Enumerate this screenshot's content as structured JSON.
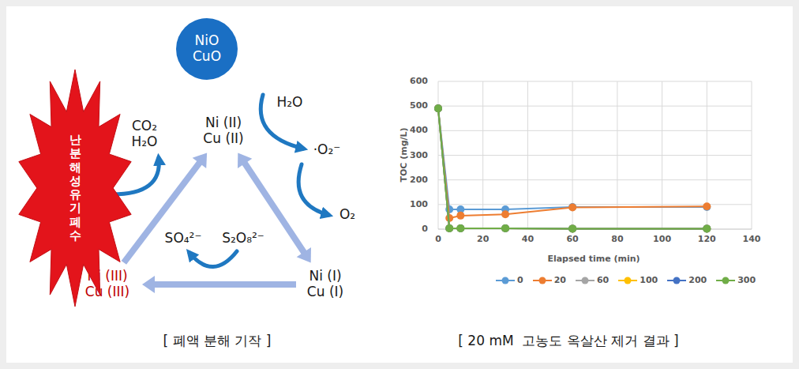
{
  "diagram": {
    "nodes": [
      {
        "text": [
          "NiO CuO"
        ]
      },
      {
        "text": [
          "Ni (II) Cu (II)"
        ]
      },
      {
        "text": [
          "Ni (I) Cu (I)"
        ]
      },
      {
        "text": [
          "Ni (III) Cu (III)"
        ]
      },
      {
        "text": [
          "난분해성 유기폐수"
        ]
      }
    ],
    "edges": [
      {
        "from": 1,
        "to": 2,
        "arrow": "both"
      },
      {
        "from": 2,
        "to": 3,
        "arrow": "to"
      },
      {
        "from": 3,
        "to": 1,
        "arrow": "to"
      }
    ],
    "labels": [
      "CO₂ H₂O",
      "H₂O",
      "·O₂⁻",
      "O₂",
      "SO₄²⁻",
      "S₂O₈²⁻",
      "[ 폐액 분해 기작 ]",
      "600",
      "500",
      "400",
      "300",
      "200",
      "100",
      "0",
      "0",
      "20",
      "40",
      "60",
      "80",
      "100",
      "120",
      "140",
      "TOC (mg/L)",
      "Elapsed time (min)",
      "[ 20 mM  고농도 옥살산 제거 결과 ]"
    ],
    "legend": [
      {
        "text": "0",
        "color": "#5b9bd5"
      },
      {
        "text": "20",
        "color": "#ed7d31"
      },
      {
        "text": "60",
        "color": "#a5a5a5"
      },
      {
        "text": "100",
        "color": "#ffc000"
      },
      {
        "text": "200",
        "color": "#4472c4"
      },
      {
        "text": "300",
        "color": "#70ad47"
      }
    ]
  }
}
